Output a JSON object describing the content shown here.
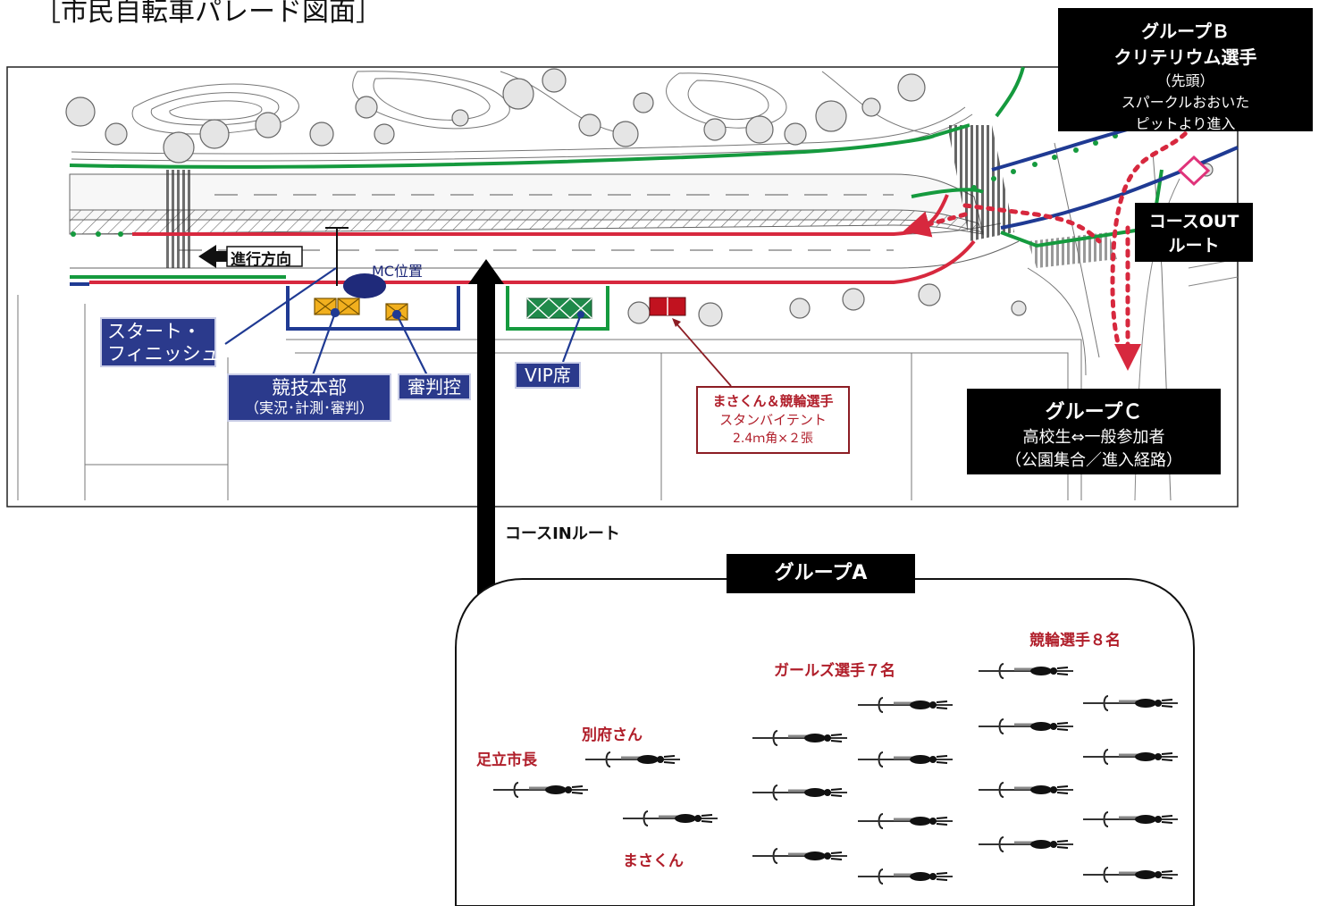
{
  "page_title": "［市民自転車パレード図面］",
  "group_b": {
    "line1": "グループＢ",
    "line2": "クリテリウム選手",
    "line3": "（先頭）",
    "line4": "スパークルおおいた",
    "line5": "ピットより進入"
  },
  "course_out": {
    "line1": "コースOUT",
    "line2": "ルート"
  },
  "group_c": {
    "line1": "グループＣ",
    "line2": "高校生⇔一般参加者",
    "line3": "（公園集合／進入経路）"
  },
  "direction_label": "進行方向",
  "mc_label": "MC位置",
  "start_finish": {
    "line1": "スタート・",
    "line2": "フィニッシュ"
  },
  "hq": {
    "line1": "競技本部",
    "line2": "（実況･計測･審判）"
  },
  "referee_label": "審判控",
  "vip_label": "VIP席",
  "tent": {
    "line1": "まさくん＆競輪選手",
    "line2": "スタンバイテント",
    "line3": "2.4ｍ角×２張"
  },
  "course_in_label": "コースINルート",
  "group_a": {
    "title": "グループA",
    "mayor": "足立市長",
    "beppu": "別府さん",
    "masakun": "まさくん",
    "girls": "ガールズ選手７名",
    "keirin": "競輪選手８名"
  },
  "colors": {
    "route_red": "#d7283e",
    "route_green": "#159a3e",
    "route_navy": "#1f3a93",
    "label_navy": "#2b3a8c",
    "hq_yellow": "#f2b01e",
    "vip_green": "#1f8a4a",
    "tent_red": "#c1121f",
    "accent_pink": "#e0337a"
  }
}
